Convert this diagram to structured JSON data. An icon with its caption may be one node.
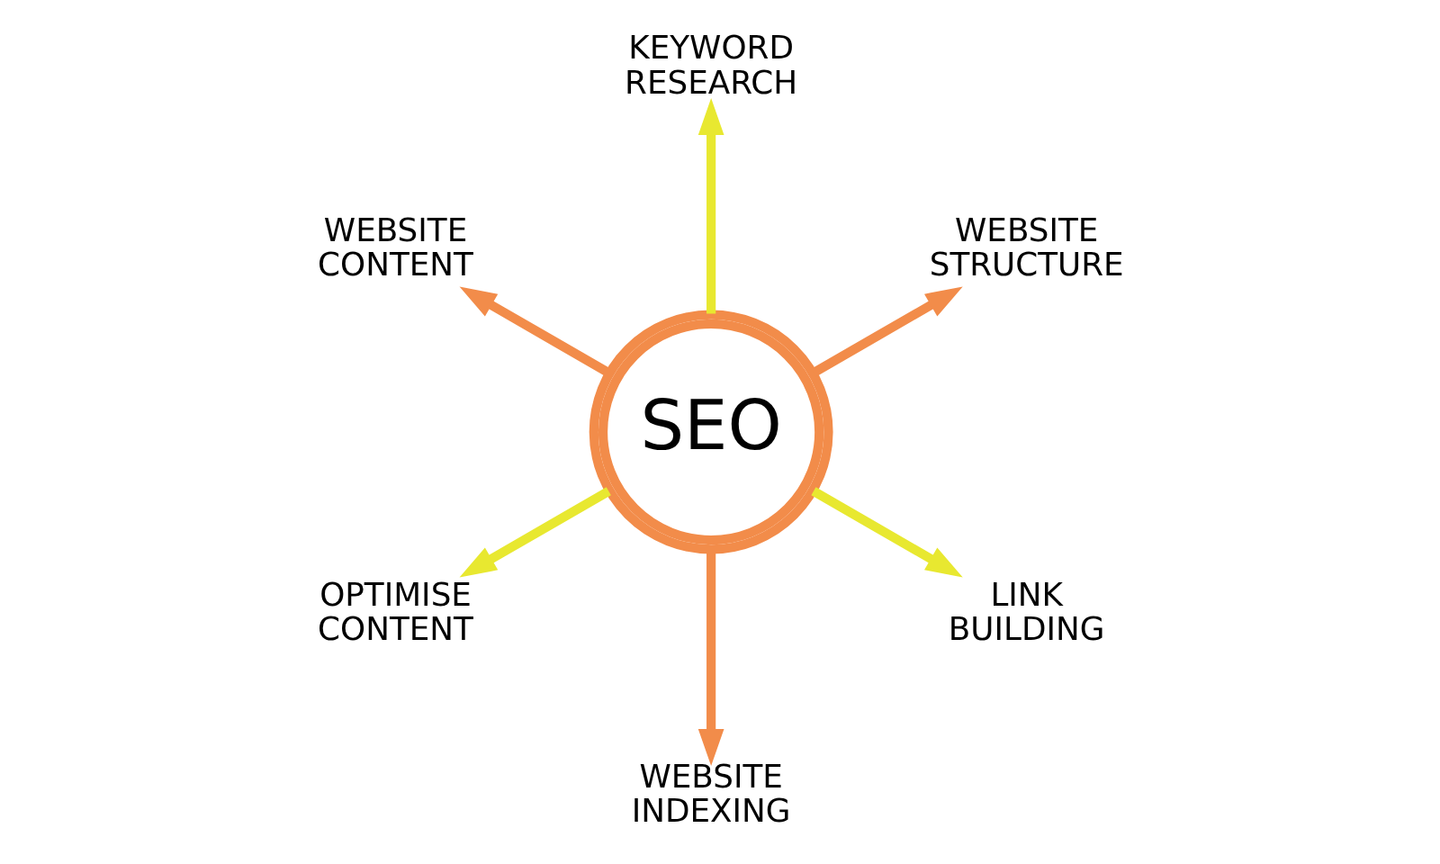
{
  "diagram": {
    "nodes": [
      {
        "text": [
          "SEO"
        ]
      },
      {
        "text": [
          "WEBSITE STRUCTURE"
        ]
      },
      {
        "text": [
          "KEYWORD RESEARCH"
        ]
      },
      {
        "text": [
          "WEBSITE CONTENT"
        ]
      },
      {
        "text": [
          "OPTIMISE CONTENT"
        ]
      },
      {
        "text": [
          "WEBSITE INDEXING"
        ]
      },
      {
        "text": [
          "LINK BUILDING"
        ]
      }
    ],
    "edges": [
      {
        "from": 0,
        "to": 1,
        "arrow": "to",
        "color": "#f28c4a"
      },
      {
        "from": 0,
        "to": 2,
        "arrow": "to",
        "color": "#e8e830"
      },
      {
        "from": 0,
        "to": 3,
        "arrow": "to",
        "color": "#f28c4a"
      },
      {
        "from": 0,
        "to": 4,
        "arrow": "to",
        "color": "#e8e830"
      },
      {
        "from": 0,
        "to": 5,
        "arrow": "to",
        "color": "#f28c4a"
      },
      {
        "from": 0,
        "to": 6,
        "arrow": "to",
        "color": "#e8e830"
      }
    ]
  }
}
